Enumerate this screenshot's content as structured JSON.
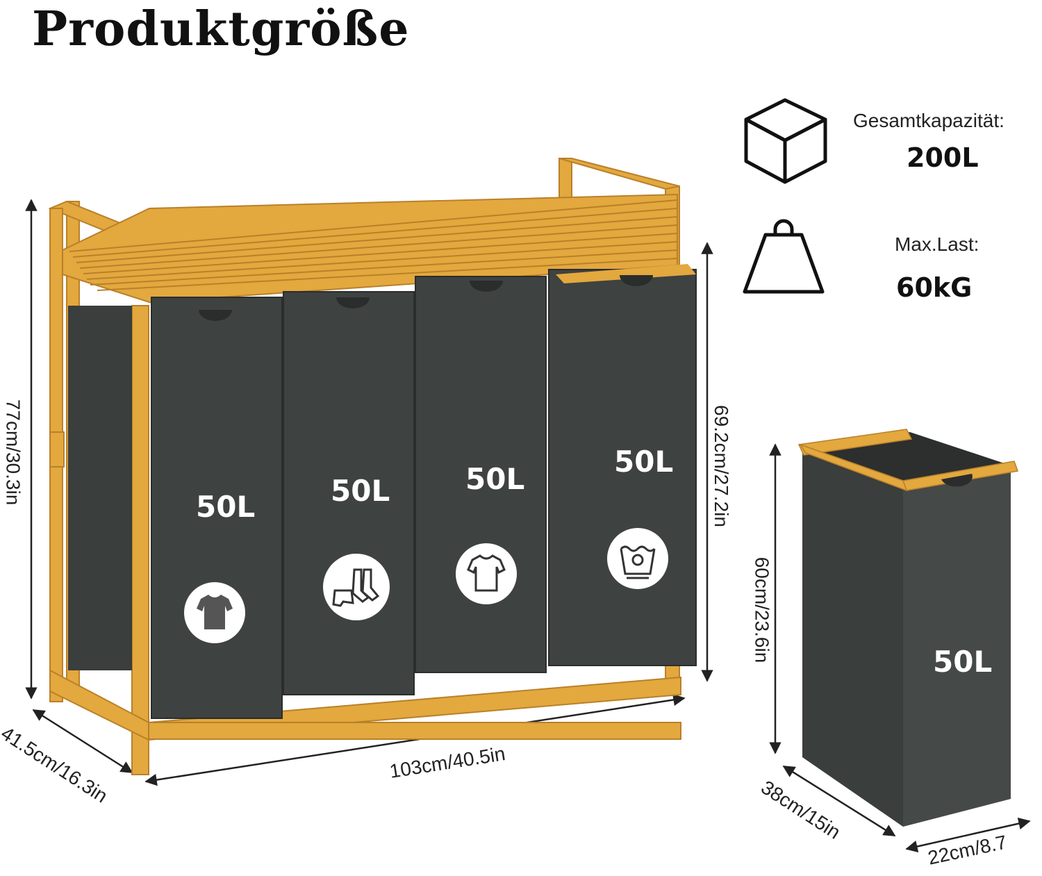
{
  "title": "Produktgröße",
  "specs": {
    "capacity_label": "Gesamtkapazität:",
    "capacity_value": "200L",
    "load_label": "Max.Last:",
    "load_value": "60kG"
  },
  "dimensions": {
    "height_total": "77cm/30.3in",
    "height_bins": "69.2cm/27.2in",
    "depth": "41.5cm/16.3in",
    "width": "103cm/40.5in",
    "bag_height": "60cm/23.6in",
    "bag_length": "38cm/15in",
    "bag_width": "22cm/8.7"
  },
  "bins": [
    {
      "capacity": "50L",
      "icon": "dark-tshirt-icon"
    },
    {
      "capacity": "50L",
      "icon": "underwear-socks-icon"
    },
    {
      "capacity": "50L",
      "icon": "white-tshirt-icon"
    },
    {
      "capacity": "50L",
      "icon": "wash-cold-icon"
    }
  ],
  "single_bag": {
    "capacity": "50L"
  },
  "colors": {
    "bamboo": "#E3A83E",
    "bag": "#3E4240",
    "text": "#111111"
  }
}
